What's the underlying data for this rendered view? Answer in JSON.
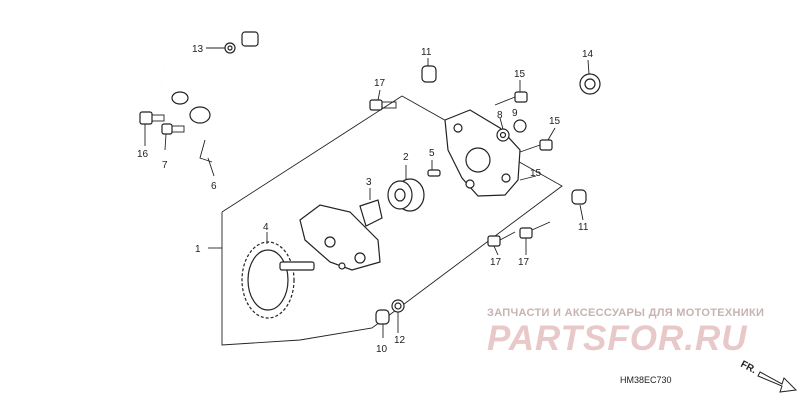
{
  "callouts": {
    "c1": "1",
    "c2": "2",
    "c3": "3",
    "c4": "4",
    "c5": "5",
    "c6": "6",
    "c7": "7",
    "c8": "8",
    "c9": "9",
    "c10": "10",
    "c11a": "11",
    "c11b": "11",
    "c12": "12",
    "c13": "13",
    "c14": "14",
    "c15a": "15",
    "c15b": "15",
    "c15c": "15",
    "c16": "16",
    "c17a": "17",
    "c17b": "17",
    "c17c": "17"
  },
  "watermark": {
    "tagline": "ЗАПЧАСТИ И АКСЕССУАРЫ ДЛЯ МОТОТЕХНИКИ",
    "logo": "PARTSFOR.RU"
  },
  "diagram_code": "HM38EC730",
  "direction_label": "FR."
}
